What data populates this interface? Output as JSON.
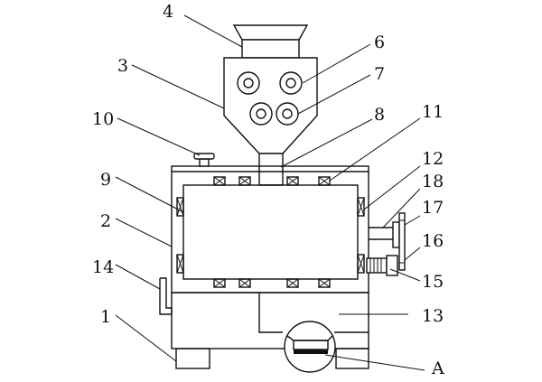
{
  "labels": {
    "l1": "1",
    "l2": "2",
    "l3": "3",
    "l4": "4",
    "l6": "6",
    "l7": "7",
    "l8": "8",
    "l9": "9",
    "l10": "10",
    "l11": "11",
    "l12": "12",
    "l13": "13",
    "l14": "14",
    "l15": "15",
    "l16": "16",
    "l17": "17",
    "l18": "18",
    "lA": "A"
  },
  "colors": {
    "line": "#111111",
    "background": "#ffffff"
  }
}
